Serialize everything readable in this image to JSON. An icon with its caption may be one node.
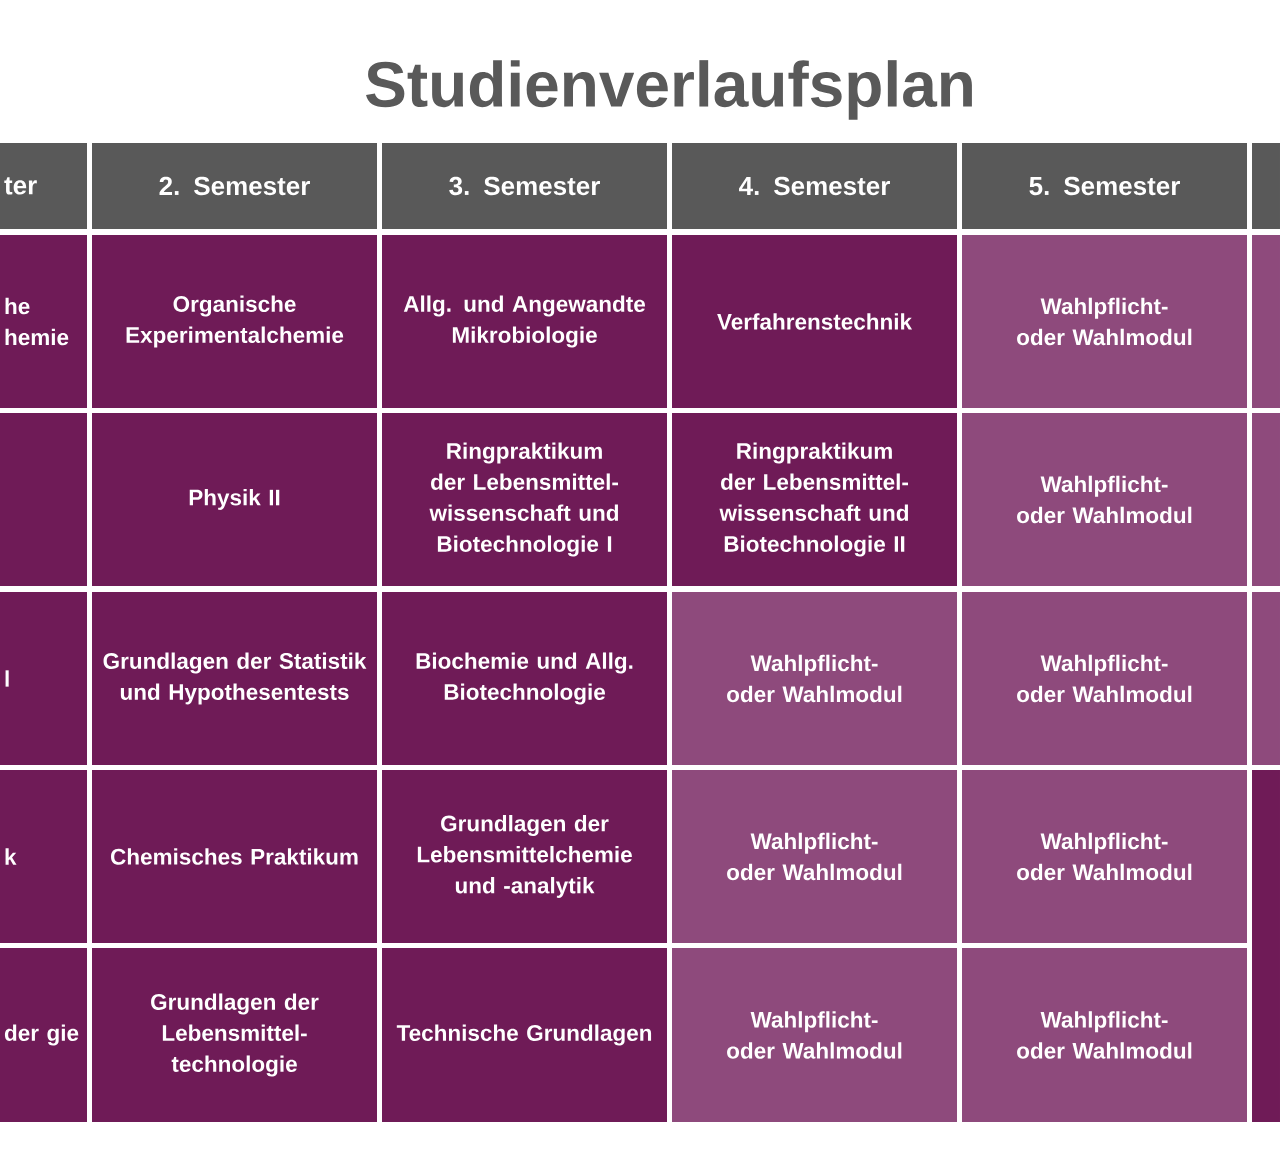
{
  "diagram": {
    "title": "Studienverlaufsplan",
    "nodes": [
      {
        "text": [
          "ter"
        ]
      },
      {
        "text": [
          "2. Semester"
        ]
      },
      {
        "text": [
          "3. Semester"
        ]
      },
      {
        "text": [
          "4. Semester"
        ]
      },
      {
        "text": [
          "5. Semester"
        ]
      },
      {
        "text": [],
        "shape": "box"
      },
      {
        "text": [
          "he hemie"
        ]
      },
      {
        "text": [
          "Organische Experimentalchemie"
        ]
      },
      {
        "text": [
          "Allg. und Angewandte Mikrobiologie"
        ]
      },
      {
        "text": [
          "Verfahrenstechnik"
        ]
      },
      {
        "text": [
          "Wahlpflicht- oder Wahlmodul"
        ]
      },
      {
        "text": [],
        "shape": "box"
      },
      {
        "text": [],
        "shape": "box"
      },
      {
        "text": [
          "Physik II"
        ]
      },
      {
        "text": [
          "Ringpraktikum der Lebensmittel- wissenschaft und Biotechnologie I"
        ]
      },
      {
        "text": [
          "Ringpraktikum der Lebensmittel- wissenschaft und Biotechnologie II"
        ]
      },
      {
        "text": [
          "Wahlpflicht- oder Wahlmodul"
        ]
      },
      {
        "text": [],
        "shape": "box"
      },
      {
        "text": [
          "l"
        ]
      },
      {
        "text": [
          "Grundlagen der Statistik und Hypothesentests"
        ]
      },
      {
        "text": [
          "Biochemie und Allg. Biotechnologie"
        ]
      },
      {
        "text": [
          "Wahlpflicht- oder Wahlmodul"
        ]
      },
      {
        "text": [
          "Wahlpflicht- oder Wahlmodul"
        ]
      },
      {
        "text": [],
        "shape": "box"
      },
      {
        "text": [
          "k"
        ]
      },
      {
        "text": [
          "Chemisches Praktikum"
        ]
      },
      {
        "text": [
          "Grundlagen der Lebensmittelchemie und -analytik"
        ]
      },
      {
        "text": [
          "Wahlpflicht- oder Wahlmodul"
        ]
      },
      {
        "text": [
          "Wahlpflicht- oder Wahlmodul"
        ]
      },
      {
        "text": [],
        "shape": "box"
      },
      {
        "text": [
          "der gie"
        ]
      },
      {
        "text": [
          "Grundlagen der Lebensmittel- technologie"
        ]
      },
      {
        "text": [
          "Technische Grundlagen"
        ]
      },
      {
        "text": [
          "Wahlpflicht- oder Wahlmodul"
        ]
      },
      {
        "text": [
          "Wahlpflicht- oder Wahlmodul"
        ]
      }
    ]
  }
}
